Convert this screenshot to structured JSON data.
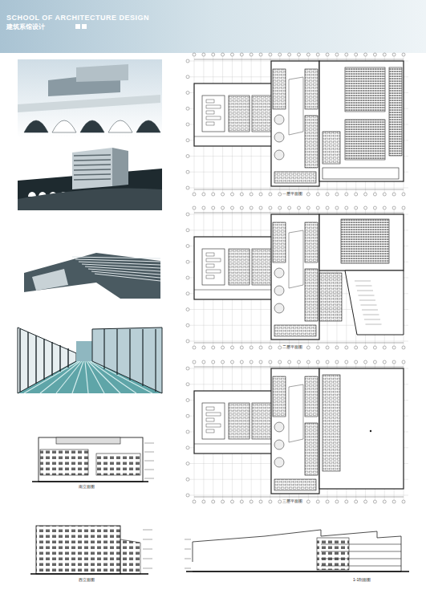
{
  "diagram": {
    "title": "SCHOOL OF ARCHITECTURE DESIGN",
    "labels": [
      "建筑系馆设计",
      "一层平面图",
      "二层平面图",
      "三层平面图",
      "南立面图",
      "西立面图",
      "1-1剖面图"
    ]
  }
}
